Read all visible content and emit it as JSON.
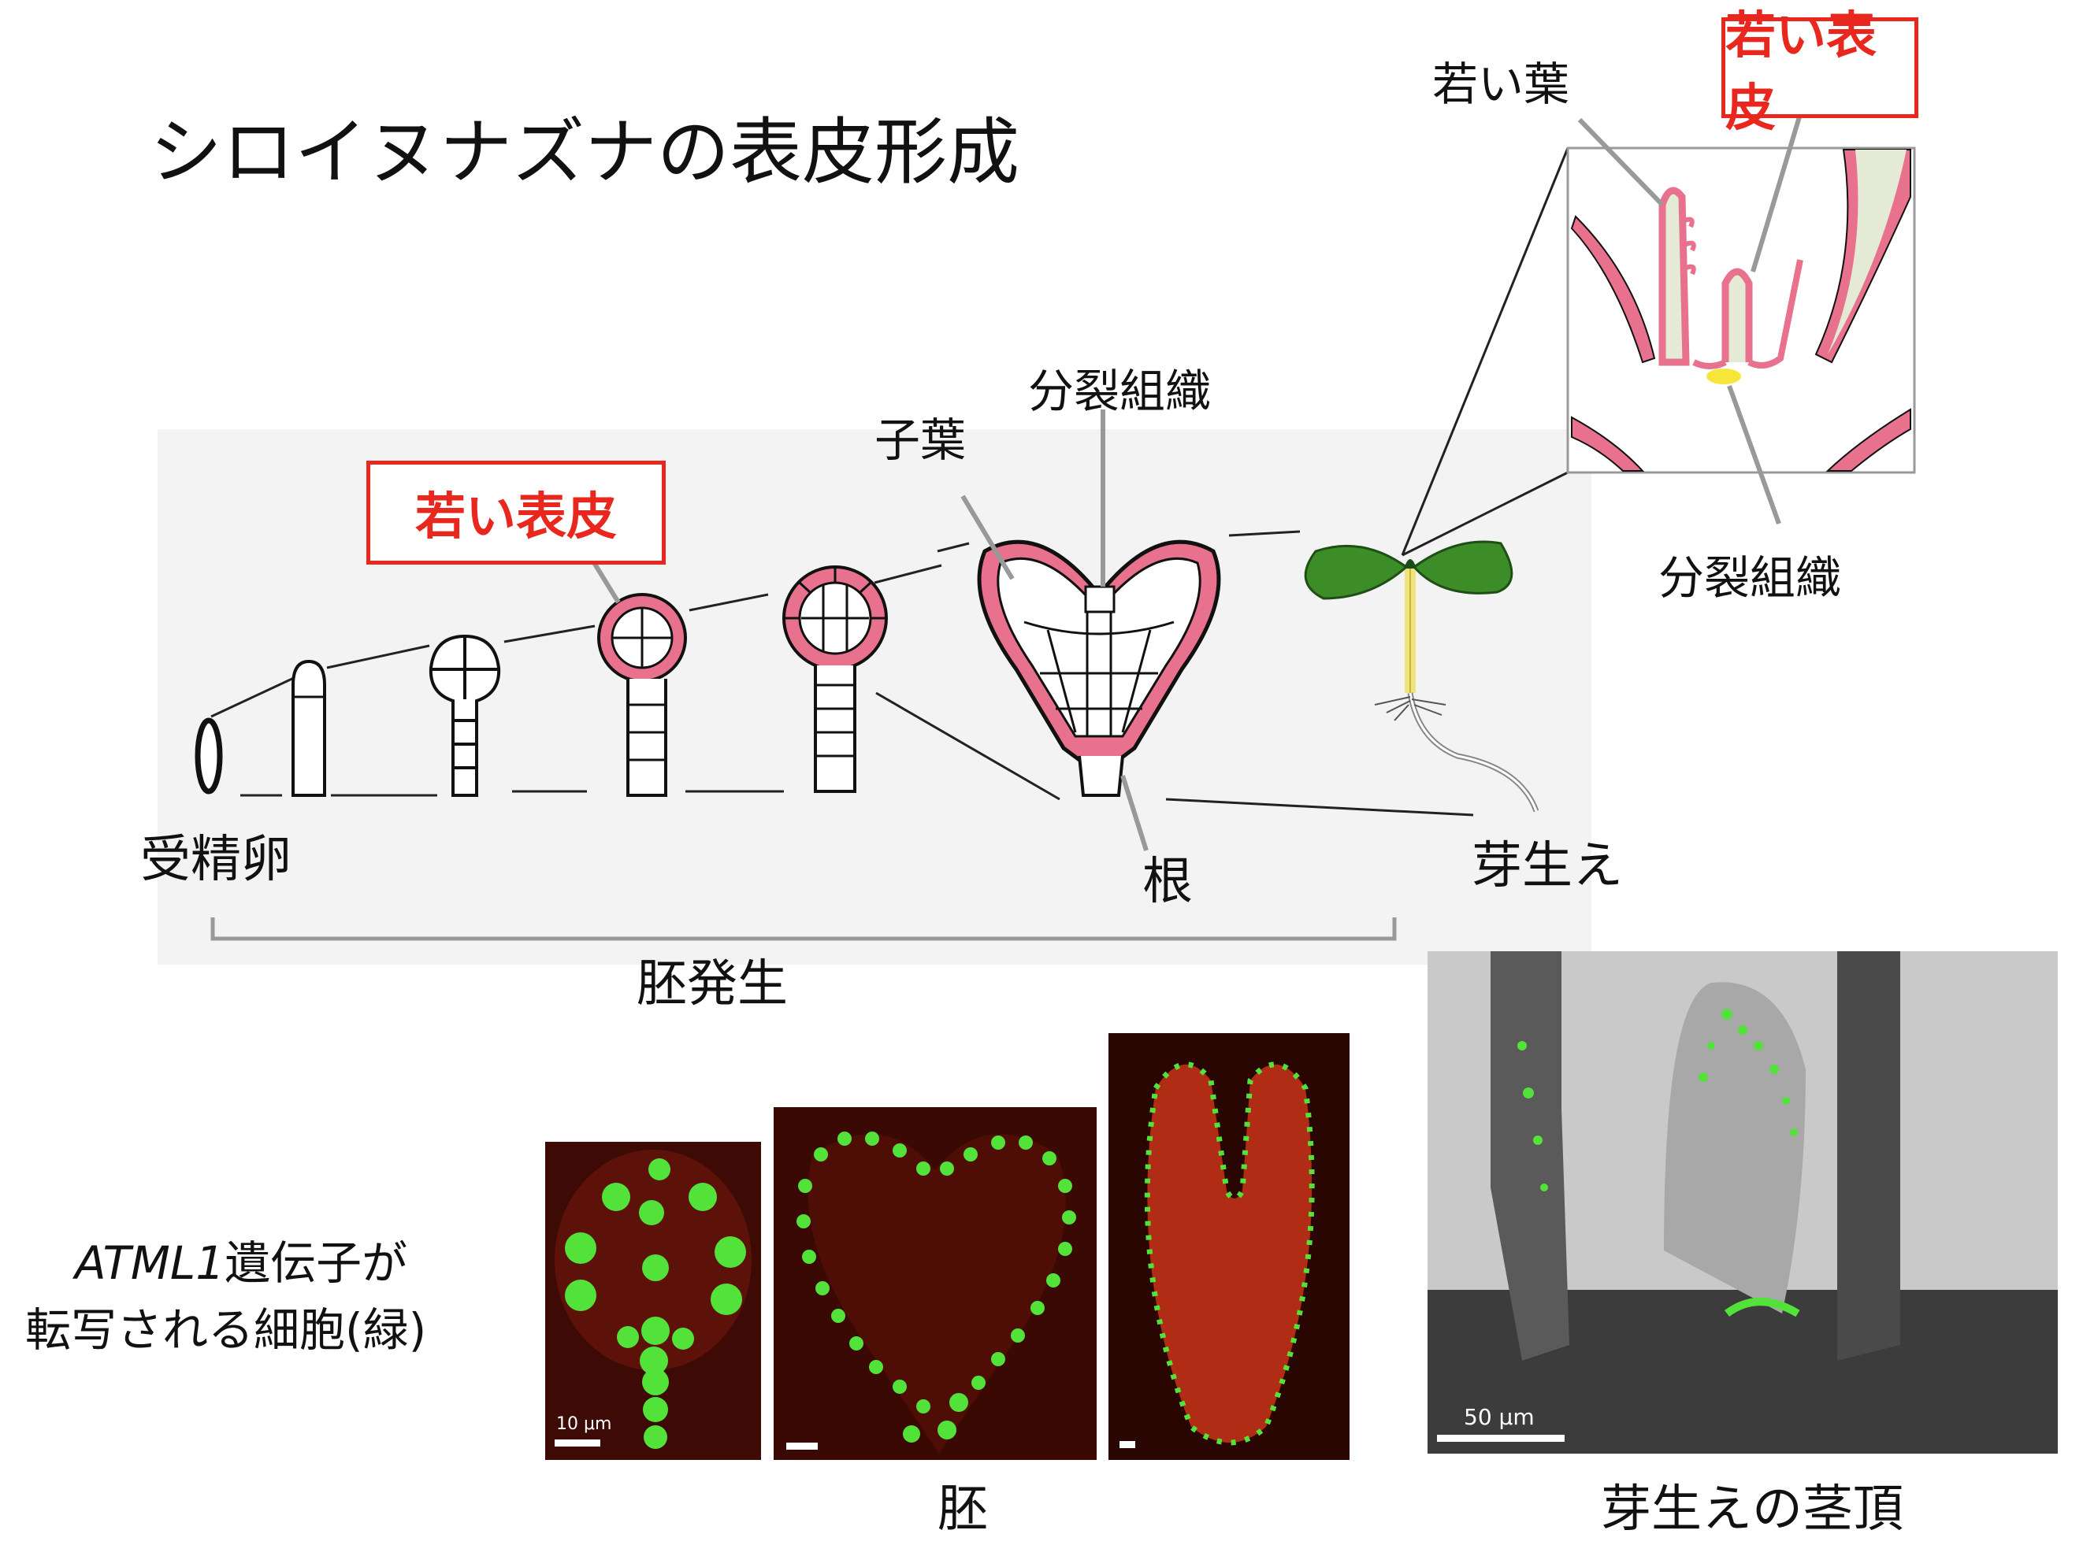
{
  "title": "シロイヌナズナの表皮形成",
  "labels": {
    "young_leaf": "若い葉",
    "young_epidermis_top": "若い表皮",
    "young_epidermis_embryo": "若い表皮",
    "meristem_embryo": "分裂組織",
    "meristem_inset": "分裂組織",
    "cotyledon": "子葉",
    "zygote": "受精卵",
    "root": "根",
    "germination": "芽生え",
    "embryogenesis": "胚発生"
  },
  "caption_left": {
    "gene": "ATML1",
    "line1_rest": "遺伝子が",
    "line2": "転写される細胞(緑)"
  },
  "caption_embryo": "胚",
  "caption_seedling": "芽生えの茎頂",
  "scale_bars": {
    "embryo": "10 μm",
    "seedling": "50 μm"
  },
  "colors": {
    "epidermis_pink": "#e8728e",
    "highlight_red": "#e8281e",
    "leaf_green": "#3c8c28",
    "fluor_green": "#52e23a",
    "meristem_yellow": "#f6e63c"
  }
}
